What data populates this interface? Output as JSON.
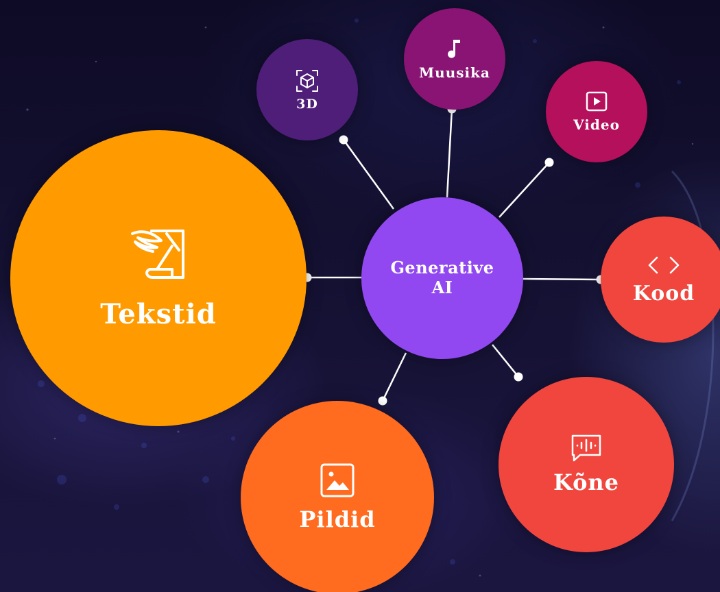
{
  "diagram": {
    "center": {
      "label": "Generative\nAI",
      "icon": ""
    },
    "nodes": {
      "tekstid": {
        "label": "Tekstid",
        "icon": "quill-document-icon",
        "color": "#ff9b00"
      },
      "d3": {
        "label": "3D",
        "icon": "cube-icon",
        "color": "#4e1e78"
      },
      "muusika": {
        "label": "Muusika",
        "icon": "music-note-icon",
        "color": "#8a1474"
      },
      "video": {
        "label": "Video",
        "icon": "play-icon",
        "color": "#b4105c"
      },
      "kood": {
        "label": "Kood",
        "icon": "code-brackets-icon",
        "color": "#f0463e"
      },
      "kone": {
        "label": "Kõne",
        "icon": "speech-waveform-icon",
        "color": "#f0463e"
      },
      "pildid": {
        "label": "Pildid",
        "icon": "image-icon",
        "color": "#ff6b1f"
      }
    },
    "colors": {
      "center": "#9148f0",
      "connector": "#ffffff",
      "background": "#100d2a"
    }
  }
}
